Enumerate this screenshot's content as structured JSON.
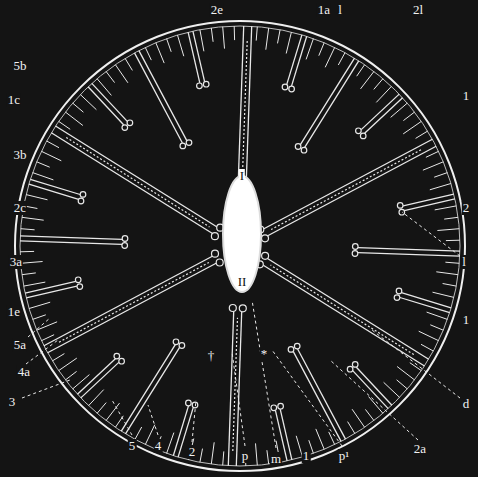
{
  "diagram": {
    "labels": [
      "2e",
      "1a",
      "l",
      "2l",
      "5b",
      "1c",
      "3b",
      "2c",
      "3a",
      "1e",
      "5a",
      "4a",
      "3",
      "5",
      "4",
      "2",
      "p",
      "m",
      "1",
      "p¹",
      "2a",
      "1",
      "2",
      "l",
      "1",
      "d",
      "I",
      "II",
      "†",
      "*"
    ]
  }
}
